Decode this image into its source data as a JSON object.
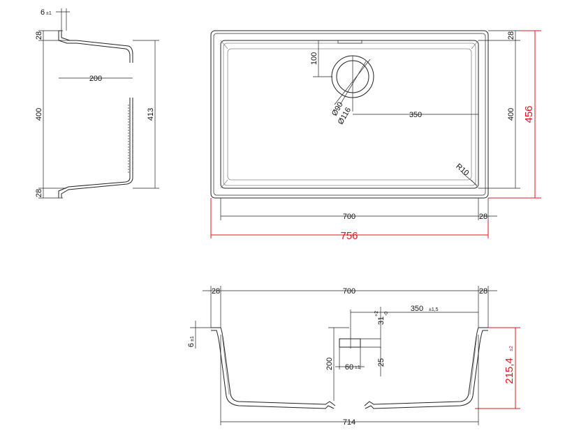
{
  "side_view": {
    "dim_top_thickness": "6",
    "dim_top_thickness_tol": "±1",
    "dim_rim_top": "28",
    "dim_depth_200": "200",
    "dim_height_400": "400",
    "dim_height_413": "413",
    "dim_rim_bottom": "28"
  },
  "top_view": {
    "dim_100": "100",
    "dim_dia90": "Ø90",
    "dim_dia116": "Ø116",
    "dim_350": "350",
    "dim_r10": "R10",
    "dim_rim_right_top": "28",
    "dim_400": "400",
    "dim_456": "456",
    "dim_700": "700",
    "dim_rim_right_bottom": "28",
    "dim_756": "756"
  },
  "section_view": {
    "dim_left_28": "28",
    "dim_700": "700",
    "dim_right_28": "28",
    "dim_350": "350",
    "dim_350_tol": "±1,5",
    "dim_31": "31",
    "dim_31_tol_plus": "+2",
    "dim_31_tol_minus": "-0",
    "dim_6": "6",
    "dim_6_tol": "±1",
    "dim_200": "200",
    "dim_60": "60",
    "dim_60_tol": "±1",
    "dim_25": "25",
    "dim_215": "215,4",
    "dim_215_tol": "±2",
    "dim_714": "714"
  },
  "colors": {
    "line": "#222222",
    "accent_red": "#e0141e"
  }
}
